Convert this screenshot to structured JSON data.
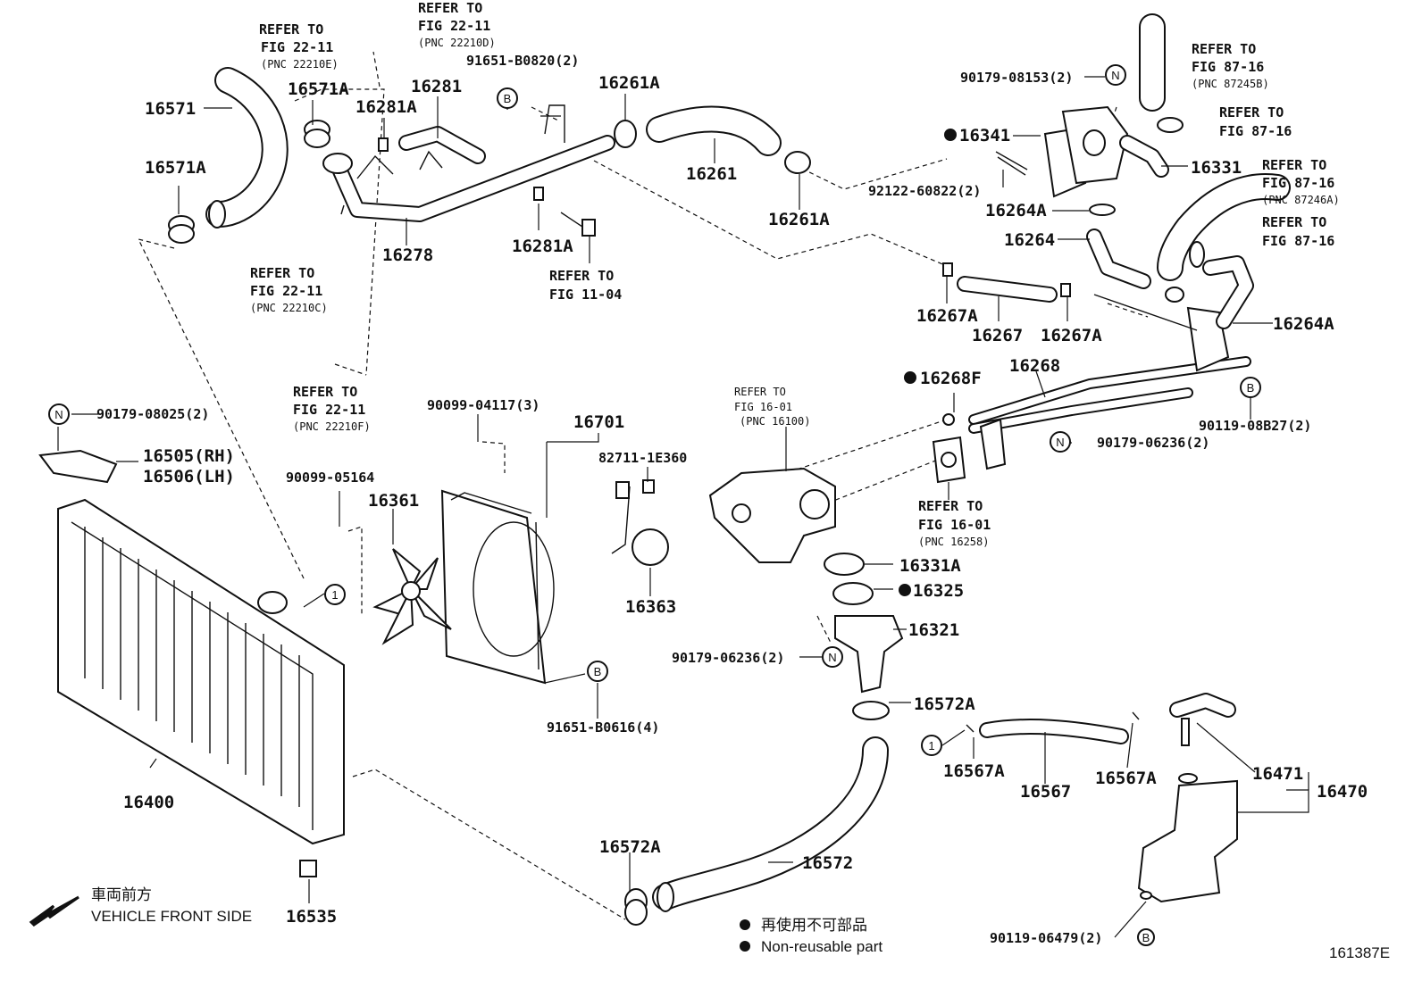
{
  "labels": {
    "p16571": "16571",
    "p16571A_1": "16571A",
    "p16571A_2": "16571A",
    "p16281": "16281",
    "p16281A_1": "16281A",
    "p16281A_2": "16281A",
    "p16278": "16278",
    "p16261A_1": "16261A",
    "p16261A_2": "16261A",
    "p16261": "16261",
    "p91651_B0820": "91651-B0820(2)",
    "p16341": "16341",
    "p92122": "92122-60822(2)",
    "p16264A_1": "16264A",
    "p16264A_2": "16264A",
    "p16264": "16264",
    "p16331": "16331",
    "p90179_08153": "90179-08153(2)",
    "p16267A_1": "16267A",
    "p16267A_2": "16267A",
    "p16267": "16267",
    "p16268": "16268",
    "p16268F": "16268F",
    "p90119_08B27": "90119-08B27(2)",
    "p90179_06236_a": "90179-06236(2)",
    "p90179_06236_b": "90179-06236(2)",
    "p90179_08025": "90179-08025(2)",
    "p16505": "16505(RH)",
    "p16506": "16506(LH)",
    "p90099_05164": "90099-05164",
    "p90099_04117": "90099-04117(3)",
    "p16361": "16361",
    "p16701": "16701",
    "p82711": "82711-1E360",
    "p16363": "16363",
    "p91651_B0616": "91651-B0616(4)",
    "p16331A": "16331A",
    "p16325": "16325",
    "p16321": "16321",
    "p16572A_1": "16572A",
    "p16572A_2": "16572A",
    "p16572": "16572",
    "p16567A_1": "16567A",
    "p16567A_2": "16567A",
    "p16567": "16567",
    "p16471": "16471",
    "p16470": "16470",
    "p90119_06479": "90119-06479(2)",
    "p16400": "16400",
    "p16535": "16535"
  },
  "refs": {
    "r1": {
      "l1": "REFER TO",
      "l2": "FIG 22-11",
      "l3": "(PNC 22210E)"
    },
    "r2": {
      "l1": "REFER TO",
      "l2": "FIG 22-11",
      "l3": "(PNC 22210D)"
    },
    "r3": {
      "l1": "REFER TO",
      "l2": "FIG 11-04"
    },
    "r4": {
      "l1": "REFER TO",
      "l2": "FIG 22-11",
      "l3": "(PNC 22210C)"
    },
    "r5": {
      "l1": "REFER TO",
      "l2": "FIG 22-11",
      "l3": "(PNC 22210F)"
    },
    "r6": {
      "l1": "REFER TO",
      "l2": "FIG 87-16",
      "l3": "(PNC 87245B)"
    },
    "r7": {
      "l1": "REFER TO",
      "l2": "FIG 87-16"
    },
    "r8": {
      "l1": "REFER TO",
      "l2": "FIG 87-16",
      "l3": "(PNC 87246A)"
    },
    "r9": {
      "l1": "REFER TO",
      "l2": "FIG 87-16"
    },
    "r10": {
      "l1": "REFER TO",
      "l2": "FIG 16-01",
      "l3": "(PNC 16100)"
    },
    "r11": {
      "l1": "REFER TO",
      "l2": "FIG 16-01",
      "l3": "(PNC 16258)"
    }
  },
  "markers": {
    "N": "N",
    "B": "B",
    "one": "1"
  },
  "legend": {
    "front_jp": "車両前方",
    "front_en": "VEHICLE FRONT SIDE",
    "nonreuse_jp": "再使用不可部品",
    "nonreuse_en": "Non-reusable part"
  },
  "figure_id": "161387E",
  "colors": {
    "ink": "#111111",
    "paper": "#ffffff"
  }
}
